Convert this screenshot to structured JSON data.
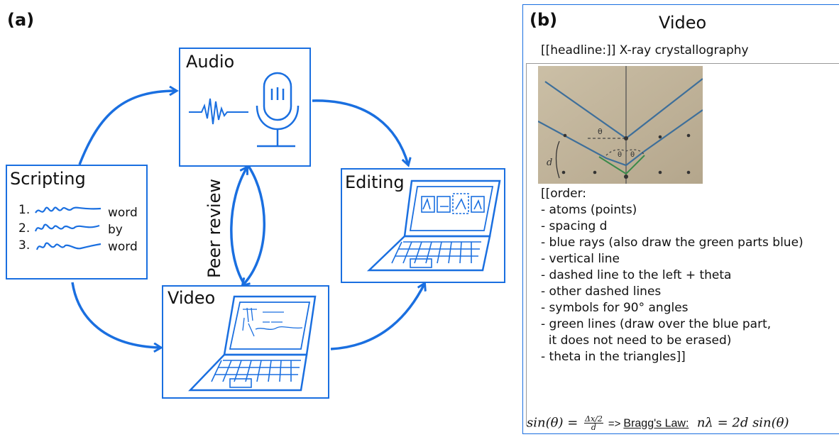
{
  "panel_a": {
    "label": "(a)",
    "audio": {
      "title": "Audio"
    },
    "scripting": {
      "title": "Scripting",
      "items": [
        {
          "num": "1.",
          "word": "word"
        },
        {
          "num": "2.",
          "word": "by"
        },
        {
          "num": "3.",
          "word": "word"
        }
      ]
    },
    "editing": {
      "title": "Editing"
    },
    "video": {
      "title": "Video"
    },
    "peer_review": "Peer review",
    "accent_color": "#1a6fe0"
  },
  "panel_b": {
    "label": "(b)",
    "title": "Video",
    "headline": "[[headline:]] X-ray crystallography",
    "order_lines": [
      "[[order:",
      "- atoms (points)",
      "- spacing d",
      "- blue rays (also draw the green parts blue)",
      "- vertical line",
      "- dashed line to the left + theta",
      "- other dashed lines",
      "- symbols for 90° angles",
      "- green lines (draw over the blue part,",
      "  it does not need to be erased)",
      "- theta in the triangles]]"
    ],
    "formula": {
      "left": "sin(θ) = ",
      "frac_num": "Δx/2",
      "frac_den": "d",
      "arrow": "=>",
      "law": "Bragg's Law:",
      "right": "nλ = 2d sin(θ)"
    }
  }
}
